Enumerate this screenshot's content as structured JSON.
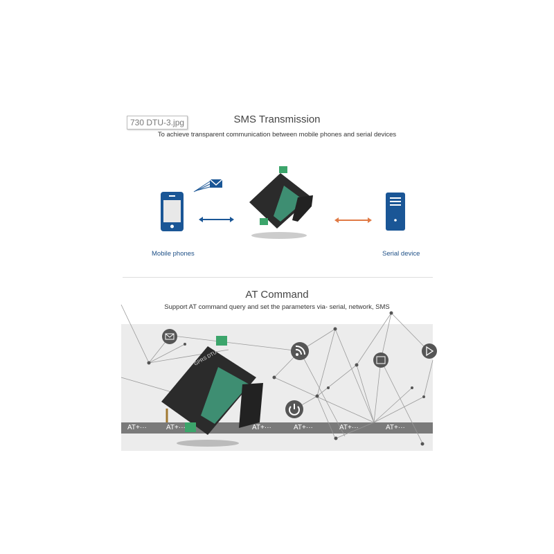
{
  "tooltip": "730 DTU-3.jpg",
  "sms": {
    "title": "SMS Transmission",
    "subtitle": "To achieve transparent communication between mobile phones and serial devices",
    "left_label": "Mobile phones",
    "right_label": "Serial device",
    "colors": {
      "blue": "#1a5696",
      "orange": "#e07a45"
    }
  },
  "at": {
    "title": "AT Command",
    "subtitle": "Support AT command query and set the parameters via- serial, network, SMS",
    "commands": [
      "AT+···",
      "AT+···",
      "AT+···",
      "AT+···",
      "AT+···",
      "AT+···"
    ],
    "icons": [
      "mail-icon",
      "wifi-icon",
      "power-icon",
      "sync-icon",
      "play-icon"
    ]
  },
  "device": {
    "label": "GPRS DTU"
  }
}
